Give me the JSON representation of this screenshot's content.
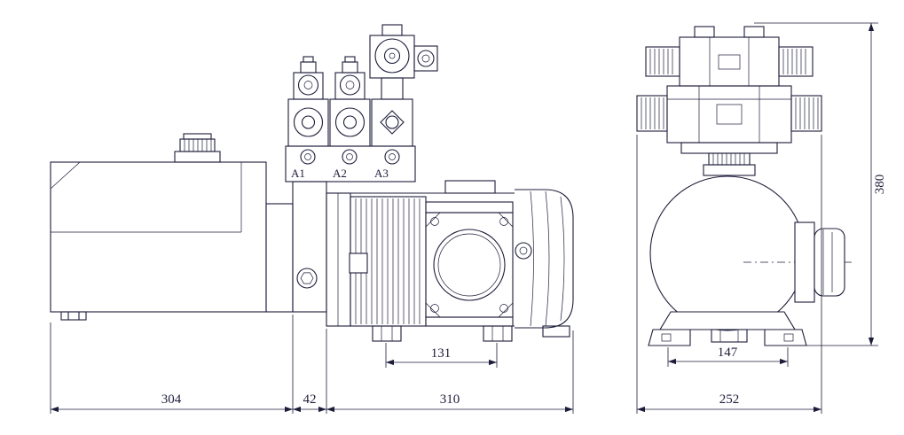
{
  "drawing": {
    "ink_color": "#1d1d3a",
    "background_color": "#ffffff",
    "ports": {
      "a1": "A1",
      "a2": "A2",
      "a3": "A3"
    },
    "dims": {
      "tank_length": "304",
      "adapter_length": "42",
      "motor_length": "310",
      "motor_foot_spacing": "131",
      "front_foot_spacing": "147",
      "overall_width": "252",
      "overall_height": "380"
    }
  }
}
